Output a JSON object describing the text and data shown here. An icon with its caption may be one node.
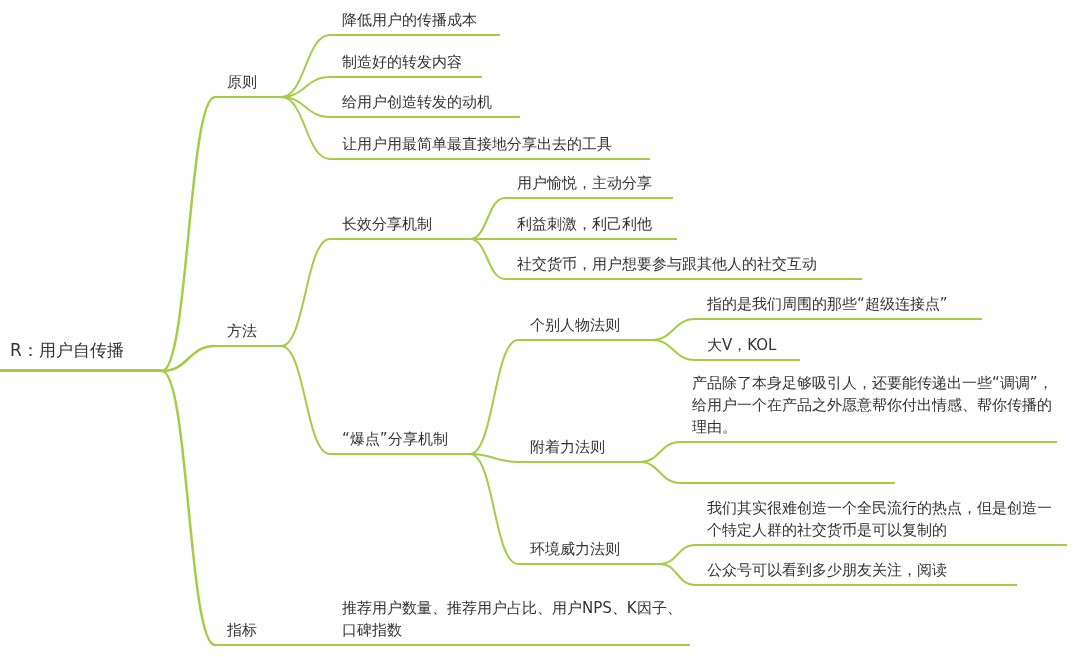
{
  "diagram": {
    "nodes": [
      {
        "text": [
          "R：用户自传播"
        ]
      },
      {
        "text": [
          "原则"
        ]
      },
      {
        "text": [
          "降低用户的传播成本"
        ]
      },
      {
        "text": [
          "制造好的转发内容"
        ]
      },
      {
        "text": [
          "给用户创造转发的动机"
        ]
      },
      {
        "text": [
          "让用户用最简单最直接地分享出去的工具"
        ]
      },
      {
        "text": [
          "方法"
        ]
      },
      {
        "text": [
          "长效分享机制"
        ]
      },
      {
        "text": [
          "用户愉悦，主动分享"
        ]
      },
      {
        "text": [
          "利益刺激，利己利他"
        ]
      },
      {
        "text": [
          "社交货币，用户想要参与跟其他人的社交互动"
        ]
      },
      {
        "text": [
          "“爆点”分享机制"
        ]
      },
      {
        "text": [
          "个别人物法则"
        ]
      },
      {
        "text": [
          "指的是我们周围的那些“超级连接点”"
        ]
      },
      {
        "text": [
          "大V，KOL"
        ]
      },
      {
        "text": [
          "附着力法则"
        ]
      },
      {
        "text": [
          "产品除了本身足够吸引人，还要能传递出一些“调调”，给用户一个在产品之外愿意帮你付出情感、帮你传播的理由。"
        ]
      },
      {
        "text": [],
        "shape": "line"
      },
      {
        "text": [
          "环境威力法则"
        ]
      },
      {
        "text": [
          "我们其实很难创造一个全民流行的热点，但是创造一个特定人群的社交货币是可以复制的"
        ]
      },
      {
        "text": [
          "公众号可以看到多少朋友关注，阅读"
        ]
      },
      {
        "text": [
          "指标"
        ]
      },
      {
        "text": [
          "推荐用户数量、推荐用户占比、用户NPS、K因子、口碑指数"
        ]
      }
    ],
    "edges": [
      {
        "from": 0,
        "to": 1,
        "arrow": "none"
      },
      {
        "from": 0,
        "to": 6,
        "arrow": "none"
      },
      {
        "from": 0,
        "to": 21,
        "arrow": "none"
      },
      {
        "from": 1,
        "to": 2,
        "arrow": "none"
      },
      {
        "from": 1,
        "to": 3,
        "arrow": "none"
      },
      {
        "from": 1,
        "to": 4,
        "arrow": "none"
      },
      {
        "from": 1,
        "to": 5,
        "arrow": "none"
      },
      {
        "from": 6,
        "to": 7,
        "arrow": "none"
      },
      {
        "from": 6,
        "to": 11,
        "arrow": "none"
      },
      {
        "from": 7,
        "to": 8,
        "arrow": "none"
      },
      {
        "from": 7,
        "to": 9,
        "arrow": "none"
      },
      {
        "from": 7,
        "to": 10,
        "arrow": "none"
      },
      {
        "from": 11,
        "to": 12,
        "arrow": "none"
      },
      {
        "from": 11,
        "to": 15,
        "arrow": "none"
      },
      {
        "from": 11,
        "to": 18,
        "arrow": "none"
      },
      {
        "from": 12,
        "to": 13,
        "arrow": "none"
      },
      {
        "from": 12,
        "to": 14,
        "arrow": "none"
      },
      {
        "from": 15,
        "to": 16,
        "arrow": "none"
      },
      {
        "from": 15,
        "to": 17,
        "arrow": "none"
      },
      {
        "from": 18,
        "to": 19,
        "arrow": "none"
      },
      {
        "from": 18,
        "to": 20,
        "arrow": "none"
      },
      {
        "from": 21,
        "to": 22,
        "arrow": "none"
      }
    ]
  }
}
